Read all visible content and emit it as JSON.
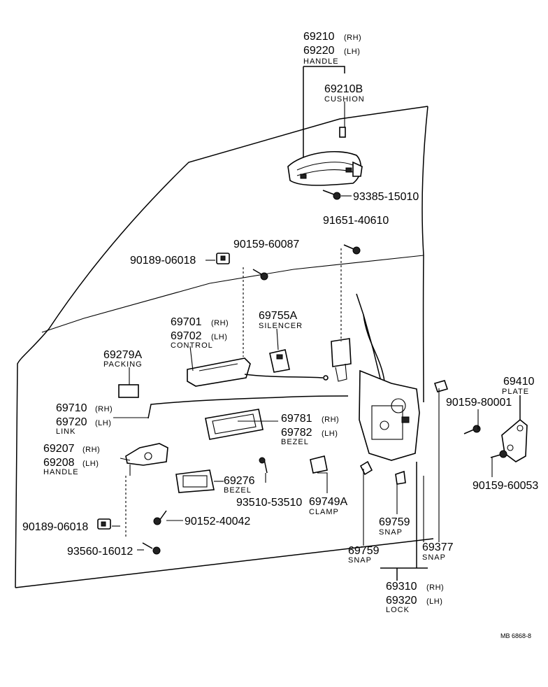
{
  "parts": [
    {
      "id": "handle-outer",
      "lines": [
        "69210",
        "69220"
      ],
      "sides": [
        "(RH)",
        "(LH)"
      ],
      "name": "HANDLE"
    },
    {
      "id": "cushion",
      "lines": [
        "69210B"
      ],
      "sides": [],
      "name": "CUSHION"
    },
    {
      "id": "screw-93385",
      "lines": [
        "93385-15010"
      ],
      "sides": [],
      "name": ""
    },
    {
      "id": "screw-91651",
      "lines": [
        "91651-40610"
      ],
      "sides": [],
      "name": ""
    },
    {
      "id": "bolt-90159-60087",
      "lines": [
        "90159-60087"
      ],
      "sides": [],
      "name": ""
    },
    {
      "id": "clip-90189-top",
      "lines": [
        "90189-06018"
      ],
      "sides": [],
      "name": ""
    },
    {
      "id": "silencer",
      "lines": [
        "69755A"
      ],
      "sides": [],
      "name": "SILENCER"
    },
    {
      "id": "control",
      "lines": [
        "69701",
        "69702"
      ],
      "sides": [
        "(RH)",
        "(LH)"
      ],
      "name": "CONTROL"
    },
    {
      "id": "packing",
      "lines": [
        "69279A"
      ],
      "sides": [],
      "name": "PACKING"
    },
    {
      "id": "link",
      "lines": [
        "69710",
        "69720"
      ],
      "sides": [
        "(RH)",
        "(LH)"
      ],
      "name": "LINK"
    },
    {
      "id": "bezel-69781",
      "lines": [
        "69781",
        "69782"
      ],
      "sides": [
        "(RH)",
        "(LH)"
      ],
      "name": "BEZEL"
    },
    {
      "id": "handle-inner",
      "lines": [
        "69207",
        "69208"
      ],
      "sides": [
        "(RH)",
        "(LH)"
      ],
      "name": "HANDLE"
    },
    {
      "id": "bezel-69276",
      "lines": [
        "69276"
      ],
      "sides": [],
      "name": "BEZEL"
    },
    {
      "id": "screw-93510",
      "lines": [
        "93510-53510"
      ],
      "sides": [],
      "name": ""
    },
    {
      "id": "clamp",
      "lines": [
        "69749A"
      ],
      "sides": [],
      "name": "CLAMP"
    },
    {
      "id": "screw-90152",
      "lines": [
        "90152-40042"
      ],
      "sides": [],
      "name": ""
    },
    {
      "id": "clip-90189-bottom",
      "lines": [
        "90189-06018"
      ],
      "sides": [],
      "name": ""
    },
    {
      "id": "screw-93560",
      "lines": [
        "93560-16012"
      ],
      "sides": [],
      "name": ""
    },
    {
      "id": "plate",
      "lines": [
        "69410"
      ],
      "sides": [],
      "name": "PLATE"
    },
    {
      "id": "bolt-90159-80001",
      "lines": [
        "90159-80001"
      ],
      "sides": [],
      "name": ""
    },
    {
      "id": "bolt-90159-60053",
      "lines": [
        "90159-60053"
      ],
      "sides": [],
      "name": ""
    },
    {
      "id": "snap-69759-right",
      "lines": [
        "69759"
      ],
      "sides": [],
      "name": "SNAP"
    },
    {
      "id": "snap-69759-left",
      "lines": [
        "69759"
      ],
      "sides": [],
      "name": "SNAP"
    },
    {
      "id": "snap-69377",
      "lines": [
        "69377"
      ],
      "sides": [],
      "name": "SNAP"
    },
    {
      "id": "lock",
      "lines": [
        "69310",
        "69320"
      ],
      "sides": [
        "(RH)",
        "(LH)"
      ],
      "name": "LOCK"
    }
  ],
  "ref_code": "MB 6868-8"
}
